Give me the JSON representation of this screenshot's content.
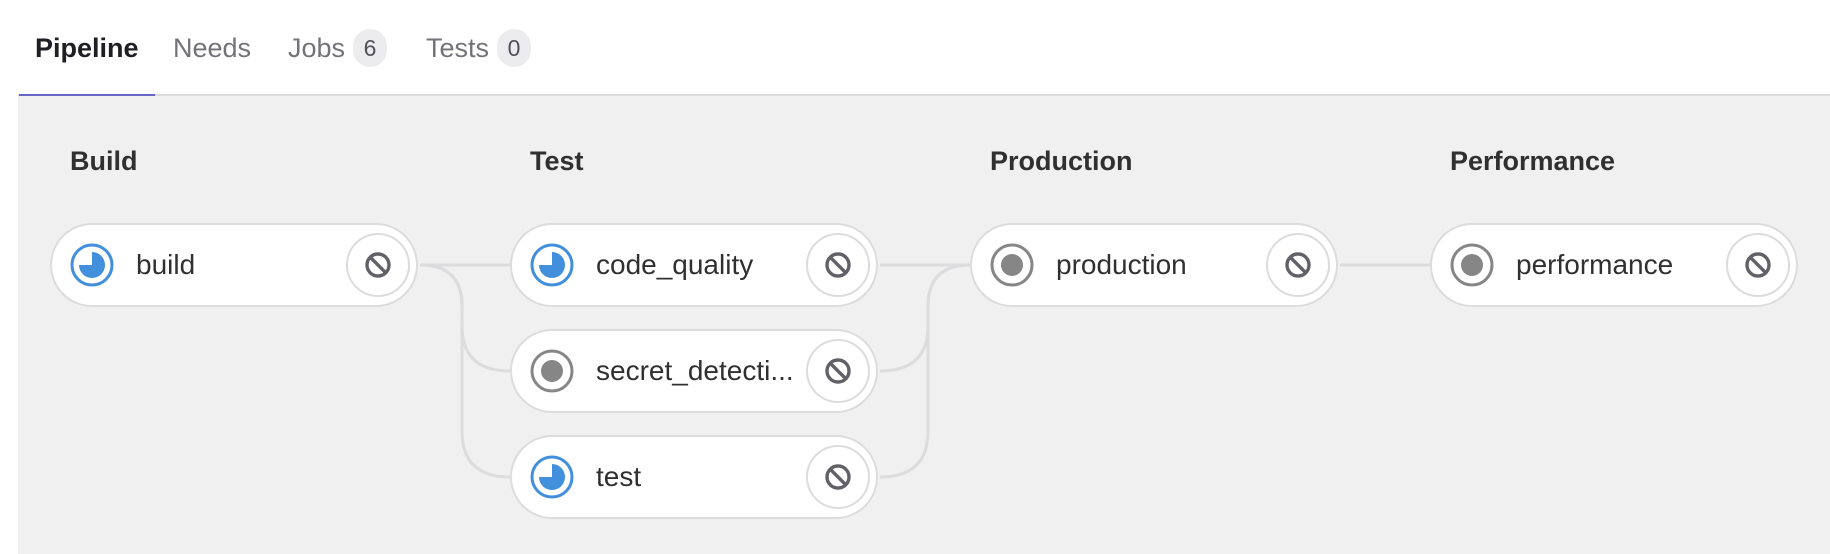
{
  "tabs": [
    {
      "label": "Pipeline",
      "active": true
    },
    {
      "label": "Needs",
      "active": false
    },
    {
      "label": "Jobs",
      "badge": "6",
      "active": false
    },
    {
      "label": "Tests",
      "badge": "0",
      "active": false
    }
  ],
  "stages": [
    {
      "title": "Build",
      "jobs": [
        {
          "name": "build",
          "status": "running",
          "action": "cancel"
        }
      ]
    },
    {
      "title": "Test",
      "jobs": [
        {
          "name": "code_quality",
          "status": "running",
          "action": "cancel"
        },
        {
          "name": "secret_detecti...",
          "status": "pending",
          "action": "cancel"
        },
        {
          "name": "test",
          "status": "running",
          "action": "cancel"
        }
      ]
    },
    {
      "title": "Production",
      "jobs": [
        {
          "name": "production",
          "status": "pending",
          "action": "cancel"
        }
      ]
    },
    {
      "title": "Performance",
      "jobs": [
        {
          "name": "performance",
          "status": "pending",
          "action": "cancel"
        }
      ]
    }
  ],
  "colors": {
    "running": "#428fdc",
    "pending": "#868686",
    "action": "#626168",
    "connector": "#dcdcde",
    "tab_active_underline": "#6666c4"
  }
}
